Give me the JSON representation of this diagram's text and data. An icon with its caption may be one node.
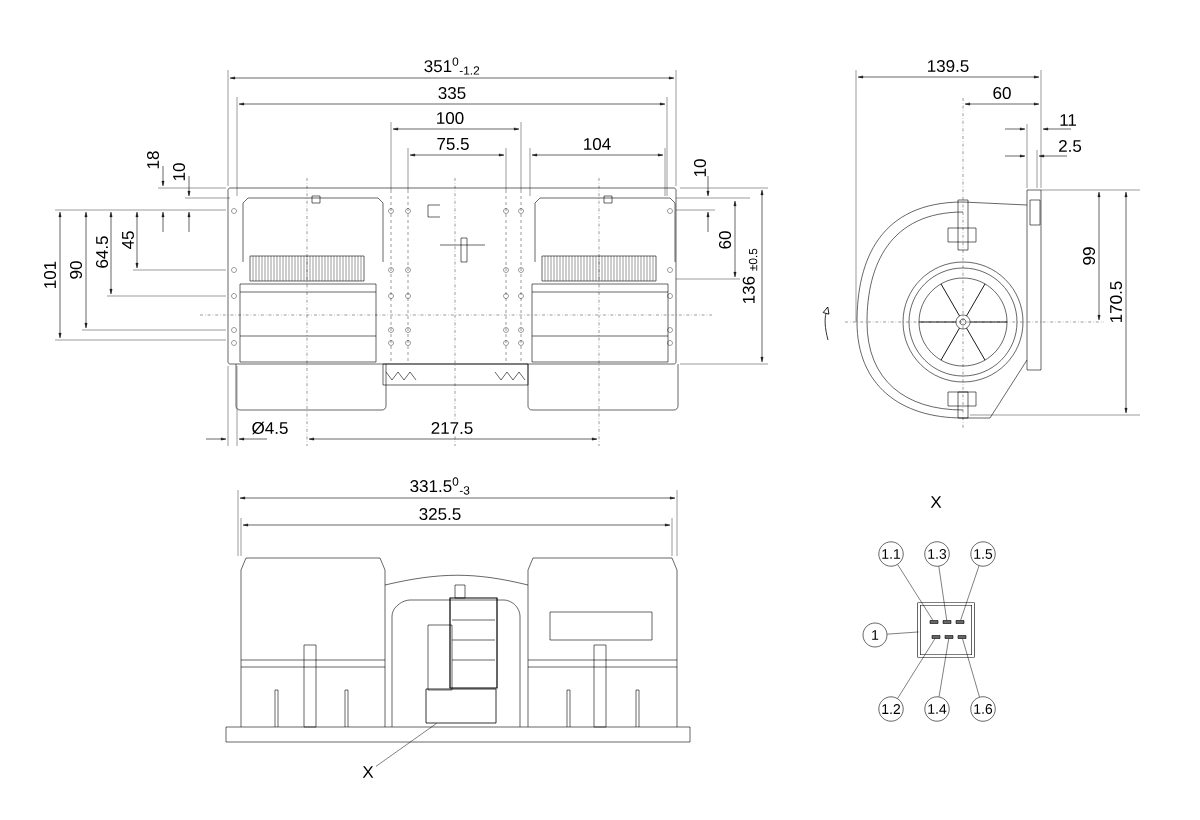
{
  "diagram": {
    "nodes": [
      {
        "text": [
          "X"
        ]
      },
      {
        "text": [],
        "shape": "box"
      },
      {
        "text": [],
        "shape": "box"
      },
      {
        "text": [],
        "shape": "box",
        "in": 2
      },
      {
        "text": [],
        "shape": "box",
        "in": 2
      },
      {
        "text": [],
        "shape": "box",
        "in": 2
      },
      {
        "text": [],
        "shape": "box",
        "in": 2
      },
      {
        "text": [],
        "shape": "box",
        "in": 2
      },
      {
        "text": [],
        "shape": "box",
        "in": 2
      },
      {
        "text": [
          "1.1"
        ]
      },
      {
        "text": [
          "1.3"
        ]
      },
      {
        "text": [
          "1.5"
        ]
      },
      {
        "text": [
          "1"
        ]
      },
      {
        "text": [
          "1.2"
        ]
      },
      {
        "text": [
          "1.4"
        ]
      },
      {
        "text": [
          "1.6"
        ]
      }
    ],
    "edges": [
      {
        "from": 0,
        "to": 1,
        "arrow": "none"
      },
      {
        "from": 9,
        "to": 3,
        "arrow": "none"
      },
      {
        "from": 10,
        "to": 4,
        "arrow": "none"
      },
      {
        "from": 11,
        "to": 5,
        "arrow": "none"
      },
      {
        "from": 12,
        "to": 2,
        "arrow": "none"
      },
      {
        "from": 13,
        "to": 6,
        "arrow": "none"
      },
      {
        "from": 14,
        "to": 7,
        "arrow": "none"
      },
      {
        "from": 15,
        "to": 8,
        "arrow": "none"
      }
    ],
    "labels": [
      "351$^{0}$$_{-1.2}$",
      "335",
      "100",
      "75.5",
      "104",
      "18",
      "10",
      "10",
      "101",
      "90",
      "64.5",
      "45",
      "60",
      "136 $_{±0.5}$",
      "Ø4.5",
      "217.5",
      "139.5",
      "60",
      "11",
      "2.5",
      "99",
      "170.5",
      "331.5$^{0}$$_{-3}$",
      "325.5",
      "X"
    ]
  }
}
